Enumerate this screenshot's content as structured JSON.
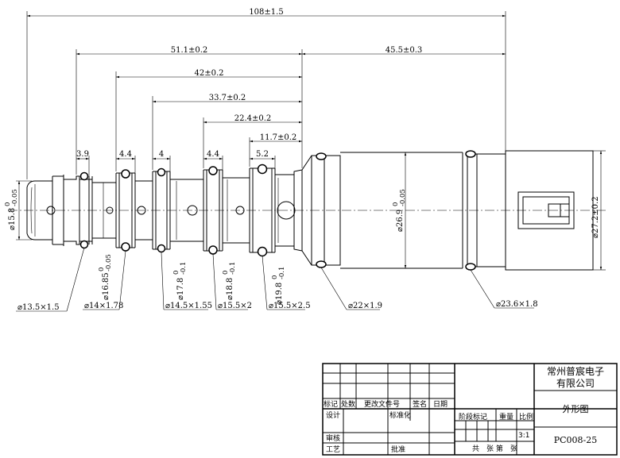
{
  "overall_dims": {
    "total_length": "108±1.5",
    "left_span": "51.1±0.2",
    "right_span": "45.5±0.3",
    "dim_42": "42±0.2",
    "dim_33_7": "33.7±0.2",
    "dim_22_4": "22.4±0.2",
    "dim_11_7": "11.7±0.2"
  },
  "groove_widths": {
    "g1": "3.9",
    "g2": "4.4",
    "g3": "4",
    "g4": "4.4",
    "g5": "5.2"
  },
  "diameters": {
    "tip": {
      "main": "⌀15.8",
      "tol_upper": "0",
      "tol_lower": "-0.05"
    },
    "d2": {
      "main": "⌀16.85",
      "tol_upper": "0",
      "tol_lower": "-0.05"
    },
    "d3": {
      "main": "⌀17.8",
      "tol_upper": "0",
      "tol_lower": "-0.1"
    },
    "d4": {
      "main": "⌀18.8",
      "tol_upper": "0",
      "tol_lower": "-0.1"
    },
    "d5": {
      "main": "⌀19.8",
      "tol_upper": "0",
      "tol_lower": "-0.1"
    },
    "body": {
      "main": "⌀26.9",
      "tol_upper": "0",
      "tol_lower": "-0.05"
    },
    "connector": "⌀27.2±0.2"
  },
  "orings": {
    "o1": "⌀13.5×1.5",
    "o2": "⌀14×1.78",
    "o3": "⌀14.5×1.55",
    "o4": "⌀15.5×2",
    "o5": "⌀15.5×2.5",
    "o6": "⌀22×1.9",
    "o7": "⌀23.6×1.8"
  },
  "title_block": {
    "company_line1": "常州普宸电子",
    "company_line2": "有限公司",
    "drawing_name": "外形图",
    "drawing_no": "PC008-25",
    "scale": "3:1",
    "col_mark": "标记",
    "col_count": "处数",
    "col_change_doc": "更改文件号",
    "col_sign": "签名",
    "col_date": "日期",
    "design": "设计",
    "standardize": "标准化",
    "stage_mark": "阶段标记",
    "weight": "重量",
    "ratio": "比例",
    "review": "审核",
    "process": "工艺",
    "approve": "批准",
    "sheets": "共　张 第　张"
  }
}
